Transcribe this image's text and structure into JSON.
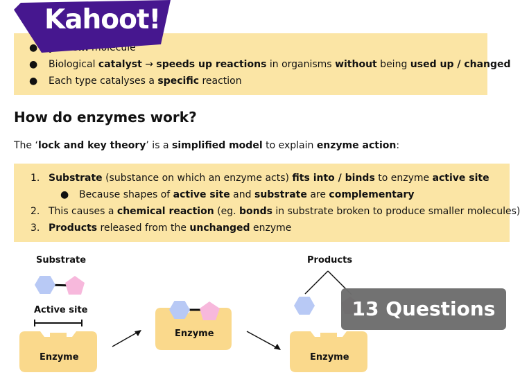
{
  "box1": {
    "line1": {
      "pre": "",
      "b1": "protein",
      "post": " molecule"
    },
    "line2": {
      "t1": "Biological ",
      "b1": "catalyst",
      "t2": " → ",
      "b2": "speeds up reactions",
      "t3": " in organisms ",
      "b3": "without",
      "t4": " being ",
      "b4": "used up / changed"
    },
    "line3": {
      "t1": "Each type catalyses a ",
      "b1": "specific",
      "t2": " reaction"
    }
  },
  "heading": "How do enzymes work?",
  "intro": {
    "t1": "The ‘",
    "b1": "lock and key theory",
    "t2": "’ is a ",
    "b2": "simplified model",
    "t3": " to explain ",
    "b3": "enzyme action",
    "t4": ":"
  },
  "steps": [
    {
      "num": "1.",
      "b1": "Substrate",
      "t1": " (substance on which an enzyme acts) ",
      "b2": "fits into / binds",
      "t2": " to enzyme ",
      "b3": "active site"
    },
    {
      "sub": {
        "t1": "Because shapes of ",
        "b1": "active site",
        "t2": " and ",
        "b2": "substrate",
        "t3": " are ",
        "b3": "complementary"
      }
    },
    {
      "num": "2.",
      "t1": "This causes a ",
      "b1": "chemical reaction",
      "t2": " (eg. ",
      "b2": "bonds",
      "t3": " in substrate broken to produce smaller molecules)"
    },
    {
      "num": "3.",
      "b1": "Products",
      "t1": " released from the ",
      "b2": "unchanged",
      "t2": " enzyme"
    }
  ],
  "bullet_char": "●",
  "diagram": {
    "substrate_label": "Substrate",
    "active_site_label": "Active site",
    "products_label": "Products",
    "enzyme_label_1": "Enzyme",
    "enzyme_label_2": "Enzyme",
    "enzyme_label_3": "Enzyme"
  },
  "logo": {
    "text": "Kahoot!"
  },
  "badge": {
    "text": "13 Questions"
  },
  "colors": {
    "box": "#fbe5a5",
    "logo": "#46178f",
    "hexagon": "#b8c9f5",
    "pentagon": "#f7b8dc",
    "enzyme": "#fad98c",
    "badge": "#6e6e6e"
  }
}
